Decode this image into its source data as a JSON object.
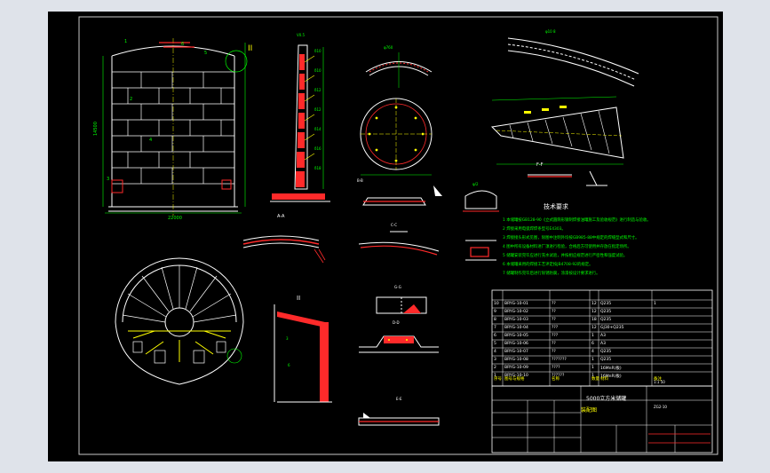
{
  "title_block": {
    "drawing_title": "5000立方米储罐",
    "drawing_subtitle": "装配图",
    "code": "ZG2-10",
    "scale_label": "1:1 50",
    "sheet_marker": "1"
  },
  "tech_req": {
    "heading": "技术要求",
    "items": [
      "1  本储罐按GB128-90《立式圆筒形钢制焊接油罐施工及验收规范》进行制造与验收。",
      "2  焊接采用电弧焊焊条型号E4303。",
      "3  焊接接头形式见图，除图中注明外均按GB985-88中规定的焊缝型式和尺寸。",
      "4  图中所有设备材料进厂须进行检验，合格后方可使用并存放在指定场所。",
      "5  储罐安装完毕应进行充水试验，并按相应规范进行严密性和强度试验。",
      "6  本储罐采用的焊接工艺评定按JB4708-92的规定。",
      "7  储罐制作完毕后进行除锈防腐，涂漆按设计要求进行。"
    ]
  },
  "parts_list": [
    {
      "no": "10",
      "code": "BRYG-10-01",
      "name": "??",
      "qty": "12",
      "mat": "Q235",
      "note": "1"
    },
    {
      "no": "9",
      "code": "BRYG-10-02",
      "name": "??",
      "qty": "12",
      "mat": "Q235",
      "note": ""
    },
    {
      "no": "8",
      "code": "BRYG-10-03",
      "name": "??",
      "qty": "18",
      "mat": "Q235",
      "note": ""
    },
    {
      "no": "7",
      "code": "BRYG-10-04",
      "name": "???",
      "qty": "12",
      "mat": "GJ30+Q235",
      "note": ""
    },
    {
      "no": "6",
      "code": "BRYG-10-05",
      "name": "???",
      "qty": "1",
      "mat": "A3",
      "note": ""
    },
    {
      "no": "5",
      "code": "BRYG-10-06",
      "name": "??",
      "qty": "6",
      "mat": "A3",
      "note": ""
    },
    {
      "no": "4",
      "code": "BRYG-10-07",
      "name": "??",
      "qty": "4",
      "mat": "Q235",
      "note": ""
    },
    {
      "no": "3",
      "code": "BRYG-10-08",
      "name": "???????",
      "qty": "1",
      "mat": "Q235",
      "note": ""
    },
    {
      "no": "2",
      "code": "BRYG-10-09",
      "name": "????",
      "qty": "1",
      "mat": "16MnR(板)",
      "note": ""
    },
    {
      "no": "1",
      "code": "BRYG-10-10",
      "name": "??????",
      "qty": "1",
      "mat": "16MnR(板)",
      "note": ""
    }
  ],
  "parts_header": {
    "no": "序号",
    "code": "图号与规格",
    "name": "名称",
    "qty": "数量",
    "mat": "材料",
    "note": "备注"
  },
  "labels": {
    "section_marker": "II",
    "view_aa": "A-A",
    "view_bb": "B-B",
    "view_cc": "C-C",
    "view_dd": "D-D",
    "view_ee": "E-E",
    "view_ff": "F-F",
    "view_gg": "G-G",
    "view_i": "I",
    "view_ii_b": "II",
    "height_label": "14500",
    "diameter_label": "22000"
  },
  "colors": {
    "frame": "#c8c8c8",
    "outline": "#ffffff",
    "hatch": "#ff2a2a",
    "dim": "#00ff00",
    "accent": "#ffff00",
    "text_cad": "#00ff00",
    "blue": "#3a6bff"
  }
}
